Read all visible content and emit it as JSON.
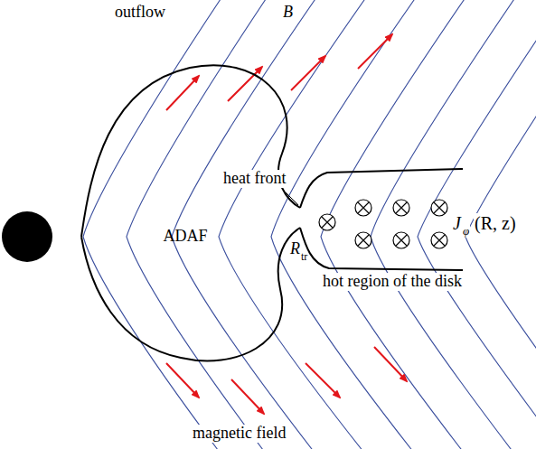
{
  "diagram": {
    "nodes": [
      {
        "text": [
          "ADAF"
        ]
      }
    ],
    "labels": [
      "outflow",
      "B",
      "heat front",
      "R",
      "tr",
      "J",
      "φ",
      "(R, z)",
      "hot region of the disk",
      "magnetic field"
    ]
  }
}
